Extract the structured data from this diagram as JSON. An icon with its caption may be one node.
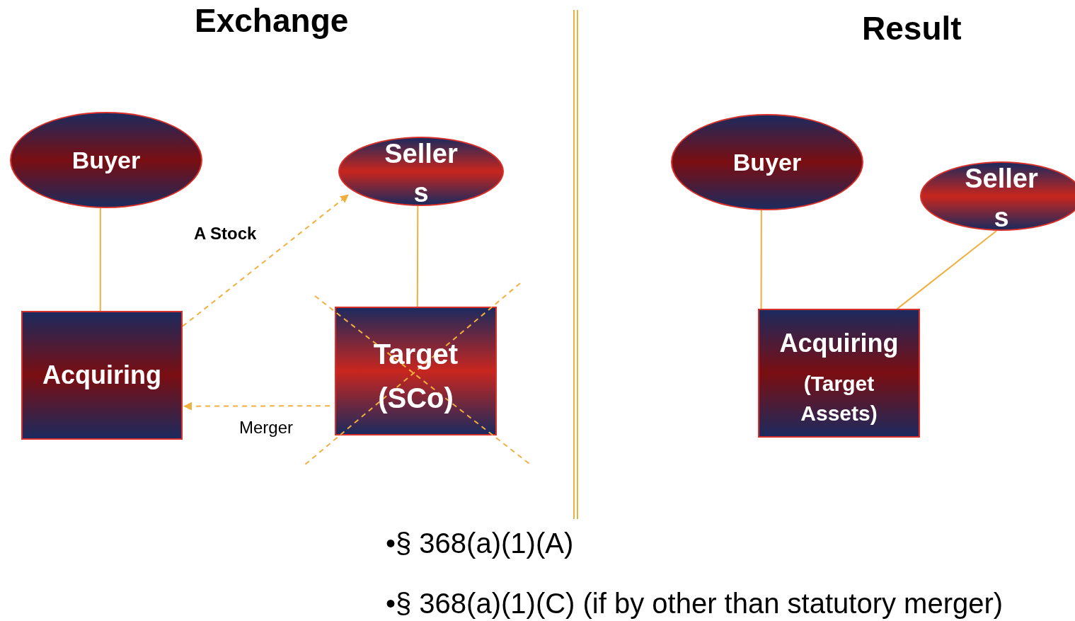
{
  "diagram": {
    "nodes": [
      {
        "text": [
          "Buyer"
        ]
      },
      {
        "text": [
          "Seller s"
        ]
      },
      {
        "text": [
          "Acquiring"
        ]
      },
      {
        "text": [
          "Target",
          "(SCo)"
        ]
      },
      {
        "text": [
          "Buyer"
        ]
      },
      {
        "text": [
          "Seller s"
        ]
      },
      {
        "text": [
          "Acquiring",
          "(Target Assets)"
        ]
      }
    ],
    "edges": [
      {
        "from": 0,
        "to": 2,
        "arrow": "none"
      },
      {
        "from": 1,
        "to": 3,
        "arrow": "none"
      },
      {
        "from": 2,
        "to": 1,
        "arrow": "to",
        "label": "A Stock",
        "style": "dashed"
      },
      {
        "from": 3,
        "to": 2,
        "arrow": "to",
        "label": "Merger",
        "style": "dashed"
      },
      {
        "from": 4,
        "to": 6,
        "arrow": "none"
      },
      {
        "from": 5,
        "to": 6,
        "arrow": "none"
      }
    ],
    "labels": [
      "Exchange",
      "Result",
      "•§ 368(a)(1)(A)",
      "•§ 368(a)(1)(C) (if by other than statutory merger)"
    ]
  }
}
